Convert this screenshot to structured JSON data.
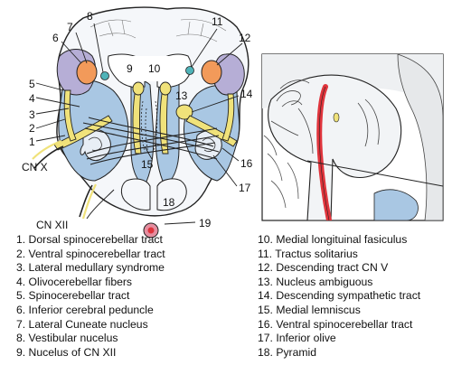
{
  "labels": {
    "n1": "1",
    "n2": "2",
    "n3": "3",
    "n4": "4",
    "n5": "5",
    "n6": "6",
    "n7": "7",
    "n8": "8",
    "n9": "9",
    "n10": "10",
    "n11": "11",
    "n12": "12",
    "n13": "13",
    "n14": "14",
    "n15": "15",
    "n16": "16",
    "n17": "17",
    "n18": "18",
    "n19": "19",
    "cnx": "CN X",
    "cnxii": "CN XII"
  },
  "legend_left": [
    "1. Dorsal spinocerebellar tract",
    "2. Ventral spinocerebellar tract",
    "3. Lateral medullary syndrome",
    "4. Olivocerebellar fibers",
    "5. Spinocerebellar tract",
    "6. Inferior cerebral peduncle",
    "7. Lateral Cuneate nucleus",
    "8. Vestibular nucelus",
    "9. Nucelus of CN XII"
  ],
  "legend_right": [
    "10. Medial longituinal fasiculus",
    "11. Tractus solitarius",
    "12. Descending tract CN V",
    "13. Nucleus ambiguous",
    "14. Descending sympathetic tract",
    "15. Medial lemniscus",
    "16. Ventral spinocerebellar tract",
    "17. Inferior olive",
    "18. Pyramid"
  ],
  "colors": {
    "outline": "#222222",
    "blue_region": "#a9c7e3",
    "purple_region": "#b6aed6",
    "yellow_tract": "#f0e27a",
    "orange_nucleus": "#f29a5a",
    "teal_nucleus": "#4fb3b8",
    "red_artery": "#e0343c",
    "pink_artery": "#e58ea0"
  }
}
